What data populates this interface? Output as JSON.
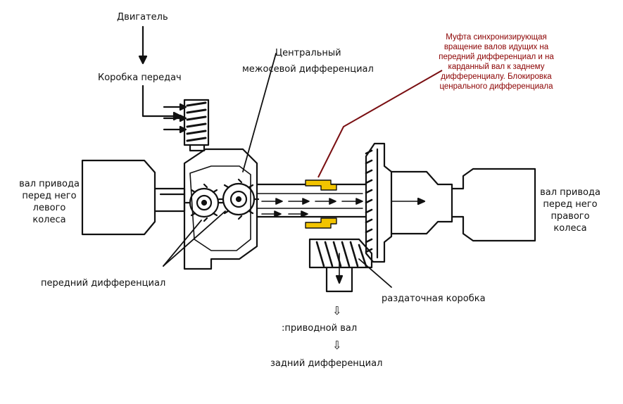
{
  "labels": {
    "engine": "Двигатель",
    "gearbox": "Коробка передач",
    "central_line1": "Центральный",
    "central_line2": "межосевой  дифференциал",
    "left_wheel": [
      "вал привода",
      "перед него",
      "левого",
      "колеса"
    ],
    "right_wheel": [
      "вал привода",
      "перед него",
      "правого",
      "колеса"
    ],
    "front_diff": "передний  дифференциал",
    "transfer_case": "раздаточная  коробка",
    "driveshaft": ":приводной  вал",
    "rear_diff": "задний  дифференциал",
    "down_arrow": "⇩"
  },
  "note": {
    "lines": [
      "Муфта синхронизирующая",
      "вращение валов идущих на",
      "передний дифференциал и на",
      "карданный вал к заднему",
      "дифференциалу. Блокировка",
      "ценрального дифференциала"
    ]
  },
  "colors": {
    "ink": "#111111",
    "clutch_fill": "#f2c400",
    "note_text": "#8b0000",
    "note_leader": "#7a0f12"
  }
}
